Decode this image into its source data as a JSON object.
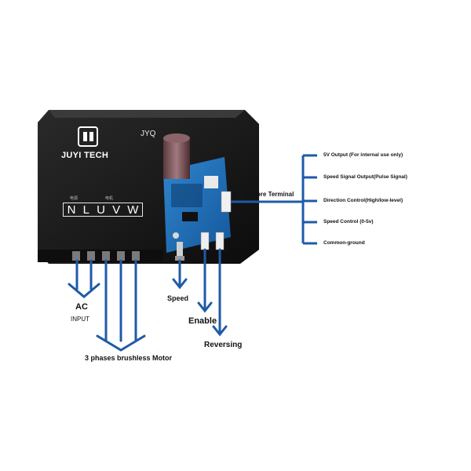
{
  "device": {
    "brand": "JUYI TECH",
    "model_prefix": "JYQ",
    "terminal_letters": [
      "N",
      "L",
      "U",
      "V",
      "W"
    ],
    "power_group_label": "电源",
    "motor_group_label": "电机"
  },
  "terminal_block": {
    "label": "5-Core Terminal",
    "pins": [
      "5V Output (For internal use only)",
      "Speed Signal Output(Pulse Signal)",
      "Direction Control(High/low-level)",
      "Speed Control (0-5v)",
      "Common-ground"
    ]
  },
  "connections": {
    "ac_label": "AC",
    "input_label": "INPUT",
    "motor_label": "3 phases brushless Motor",
    "speed_label": "Speed",
    "enable_label": "Enable",
    "reversing_label": "Reversing"
  },
  "colors": {
    "arrow": "#1f5aa8",
    "housing": "#151515",
    "pcb": "#1c6fb8"
  }
}
